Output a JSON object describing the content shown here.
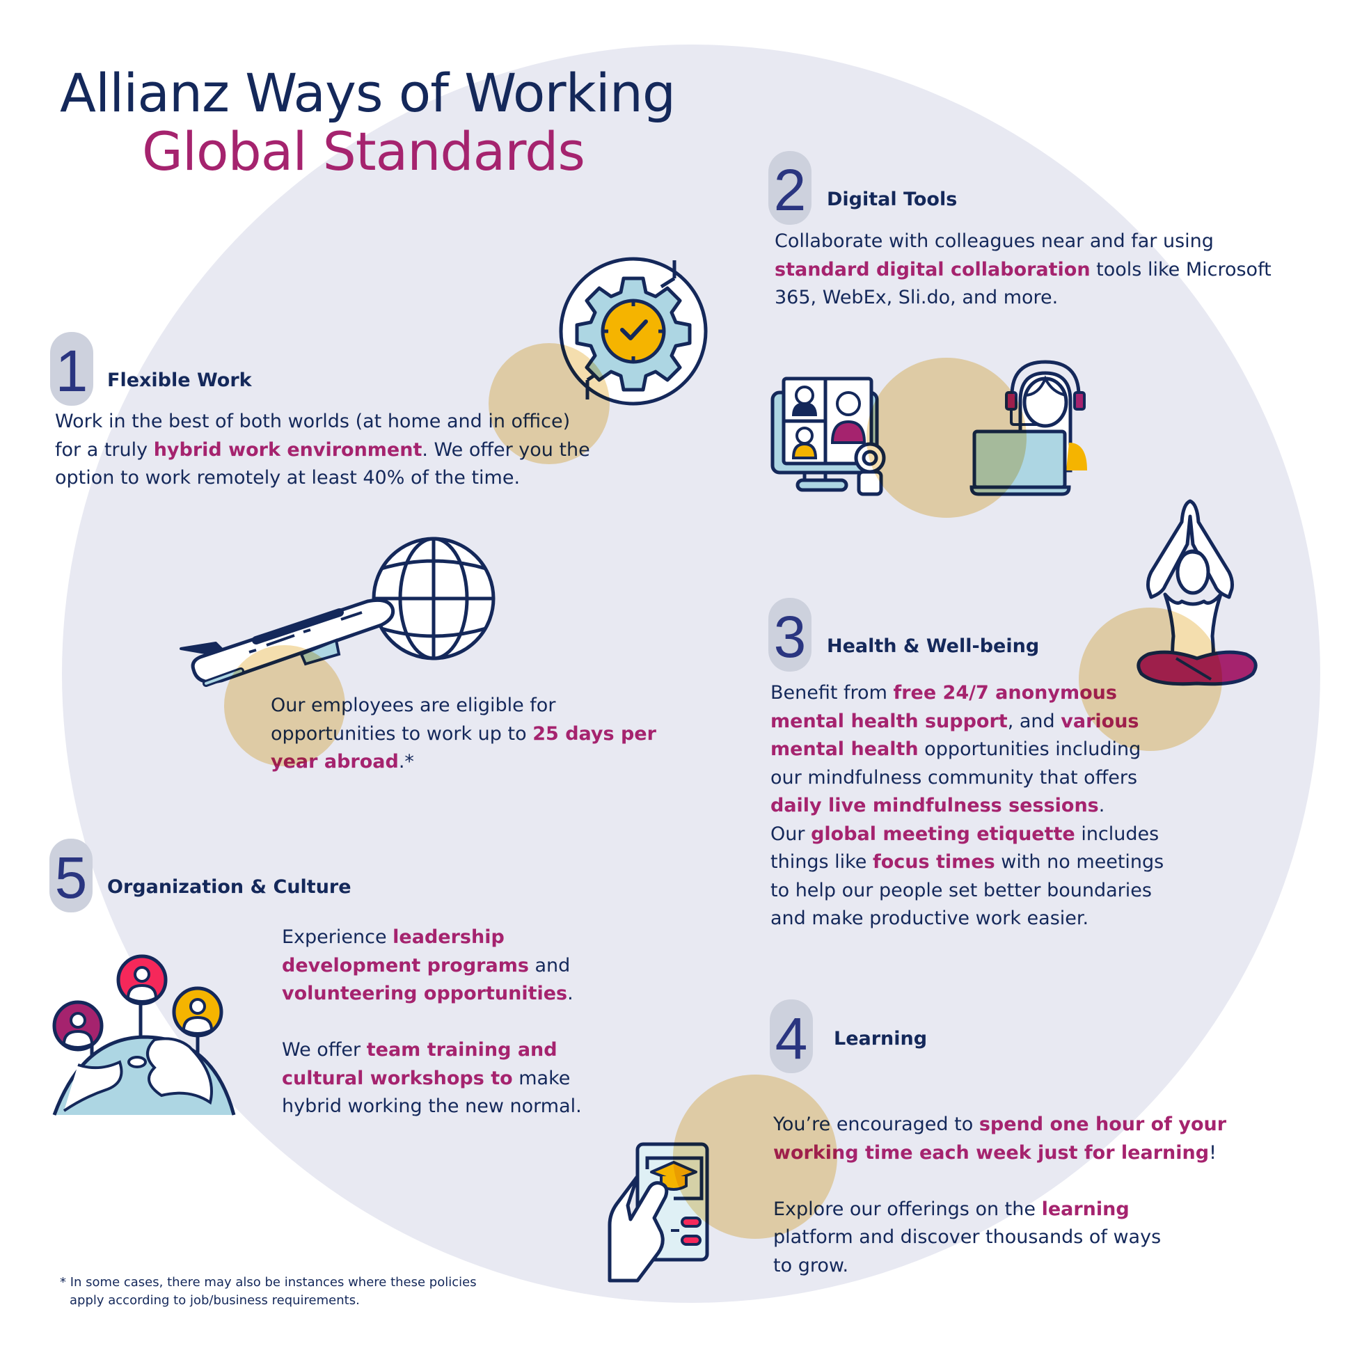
{
  "header": {
    "title_line1": "Allianz Ways of Working",
    "title_line2": "Global Standards"
  },
  "colors": {
    "navy": "#14285a",
    "magenta": "#a5236e",
    "badge_bg": "#cdd1dd",
    "badge_numeral": "#2a3580",
    "circle_bg": "#e8e9f2",
    "accent_sun": "#f2d9a0",
    "icon_light_blue": "#add6e3",
    "icon_yellow": "#f5b400",
    "icon_pink": "#f5285a"
  },
  "sections": {
    "flexible": {
      "number": "1",
      "heading": "Flexible Work",
      "lines": [
        [
          {
            "t": "Work in the best of both worlds (at home and in office)",
            "hl": false
          }
        ],
        [
          {
            "t": "for a truly ",
            "hl": false
          },
          {
            "t": "hybrid work environment",
            "hl": true
          },
          {
            "t": ". We offer you the",
            "hl": false
          }
        ],
        [
          {
            "t": "option to work remotely at least 40% of the time.",
            "hl": false
          }
        ]
      ],
      "abroad_lines": [
        [
          {
            "t": "Our employees are eligible for",
            "hl": false
          }
        ],
        [
          {
            "t": "opportunities to work up to ",
            "hl": false
          },
          {
            "t": "25 days per",
            "hl": true
          }
        ],
        [
          {
            "t": "year abroad",
            "hl": true
          },
          {
            "t": ".*",
            "hl": false
          }
        ]
      ]
    },
    "digital": {
      "number": "2",
      "heading": "Digital Tools",
      "lines": [
        [
          {
            "t": "Collaborate with colleagues near and far using",
            "hl": false
          }
        ],
        [
          {
            "t": "standard digital collaboration",
            "hl": true
          },
          {
            "t": " tools like Microsoft",
            "hl": false
          }
        ],
        [
          {
            "t": "365, WebEx, Sli.do, and more.",
            "hl": false
          }
        ]
      ]
    },
    "health": {
      "number": "3",
      "heading": "Health & Well-being",
      "lines": [
        [
          {
            "t": "Benefit from ",
            "hl": false
          },
          {
            "t": "free 24/7 anonymous",
            "hl": true
          }
        ],
        [
          {
            "t": "mental health support",
            "hl": true
          },
          {
            "t": ", and ",
            "hl": false
          },
          {
            "t": "various",
            "hl": true
          }
        ],
        [
          {
            "t": "mental health",
            "hl": true
          },
          {
            "t": " opportunities including",
            "hl": false
          }
        ],
        [
          {
            "t": "our mindfulness community that offers",
            "hl": false
          }
        ],
        [
          {
            "t": "daily live mindfulness sessions",
            "hl": true
          },
          {
            "t": ".",
            "hl": false
          }
        ],
        [
          {
            "t": "Our ",
            "hl": false
          },
          {
            "t": "global meeting etiquette",
            "hl": true
          },
          {
            "t": " includes",
            "hl": false
          }
        ],
        [
          {
            "t": "things like ",
            "hl": false
          },
          {
            "t": "focus times",
            "hl": true
          },
          {
            "t": " with no meetings",
            "hl": false
          }
        ],
        [
          {
            "t": "to help our people set better boundaries",
            "hl": false
          }
        ],
        [
          {
            "t": "and make productive work easier.",
            "hl": false
          }
        ]
      ]
    },
    "learning": {
      "number": "4",
      "heading": "Learning",
      "lines": [
        [
          {
            "t": "You’re encouraged to ",
            "hl": false
          },
          {
            "t": "spend one hour of your",
            "hl": true
          }
        ],
        [
          {
            "t": "working time each week just for learning",
            "hl": true
          },
          {
            "t": "!",
            "hl": false
          }
        ],
        [],
        [
          {
            "t": "Explore our offerings on the ",
            "hl": false
          },
          {
            "t": "learning",
            "hl": true
          }
        ],
        [
          {
            "t": "platform and discover thousands of ways",
            "hl": false
          }
        ],
        [
          {
            "t": "to grow.",
            "hl": false
          }
        ]
      ]
    },
    "culture": {
      "number": "5",
      "heading": "Organization & Culture",
      "lines": [
        [
          {
            "t": "Experience ",
            "hl": false
          },
          {
            "t": "leadership",
            "hl": true
          }
        ],
        [
          {
            "t": "development programs",
            "hl": true
          },
          {
            "t": " and",
            "hl": false
          }
        ],
        [
          {
            "t": "volunteering opportunities",
            "hl": true
          },
          {
            "t": ".",
            "hl": false
          }
        ],
        [],
        [
          {
            "t": "We offer ",
            "hl": false
          },
          {
            "t": "team training and",
            "hl": true
          }
        ],
        [
          {
            "t": "cultural workshops to",
            "hl": true
          },
          {
            "t": " make",
            "hl": false
          }
        ],
        [
          {
            "t": "hybrid working the new normal.",
            "hl": false
          }
        ]
      ]
    }
  },
  "footnote": {
    "line1": "* In some cases, there may also be instances where these policies",
    "line2": "apply according to job/business requirements."
  },
  "icons": {
    "gear_clock": "gear-checkmark-clock-icon",
    "airplane_globe": "airplane-globe-icon",
    "video_call": "video-conference-monitor-icon",
    "headset_laptop": "headset-person-laptop-icon",
    "yoga": "yoga-meditation-icon",
    "globe_people": "globe-people-pins-icon",
    "phone_learning": "phone-graduation-cap-icon"
  }
}
